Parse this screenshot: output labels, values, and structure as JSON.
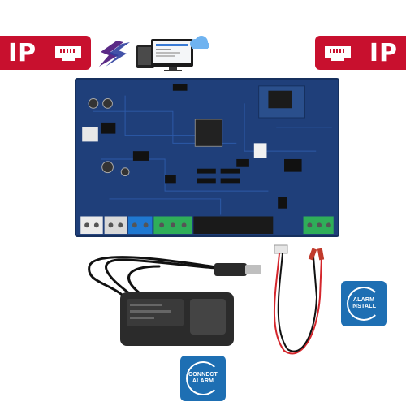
{
  "badges": {
    "left_text": "IP",
    "right_text": "IP"
  },
  "apps": {
    "install": {
      "line1": "ALARM",
      "line2": "INSTALL"
    },
    "connect": {
      "line1": "CONNECT",
      "line2": "ALARM"
    }
  },
  "icons": [
    "ethernet-port-icon",
    "brand-logo-icon",
    "devices-icon",
    "cloud-icon"
  ],
  "colors": {
    "badge_red": "#c8102e",
    "board_blue": "#1f3f7a",
    "app_blue": "#1e6fb3"
  }
}
